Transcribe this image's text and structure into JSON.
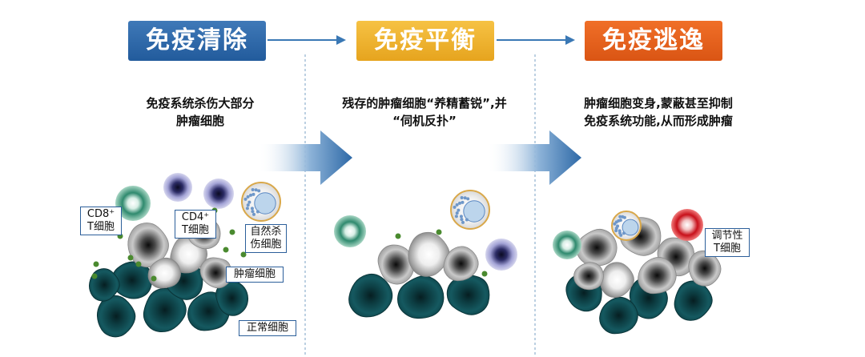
{
  "stages": [
    {
      "title": "免疫清除",
      "desc": "免疫系统杀伤大部分\n肿瘤细胞",
      "color": "#2b63a6"
    },
    {
      "title": "免疫平衡",
      "desc": "残存的肿瘤细胞“养精蓄锐”,并\n“伺机反扑”",
      "color": "#f0b331"
    },
    {
      "title": "免疫逃逸",
      "desc": "肿瘤细胞变身,蒙蔽甚至抑制\n免疫系统功能,从而形成肿瘤",
      "color": "#e5601d"
    }
  ],
  "labels": {
    "cd8": "CD8⁺\nT细胞",
    "cd4": "CD4⁺\nT细胞",
    "nk": "自然杀\n伤细胞",
    "tumor": "肿瘤细胞",
    "normal": "正常细胞",
    "treg": "调节性\nT细胞"
  },
  "colors": {
    "accent_blue": "#3a78b5",
    "normal_cell": "#134f55",
    "dot": "#4a8a2f"
  }
}
